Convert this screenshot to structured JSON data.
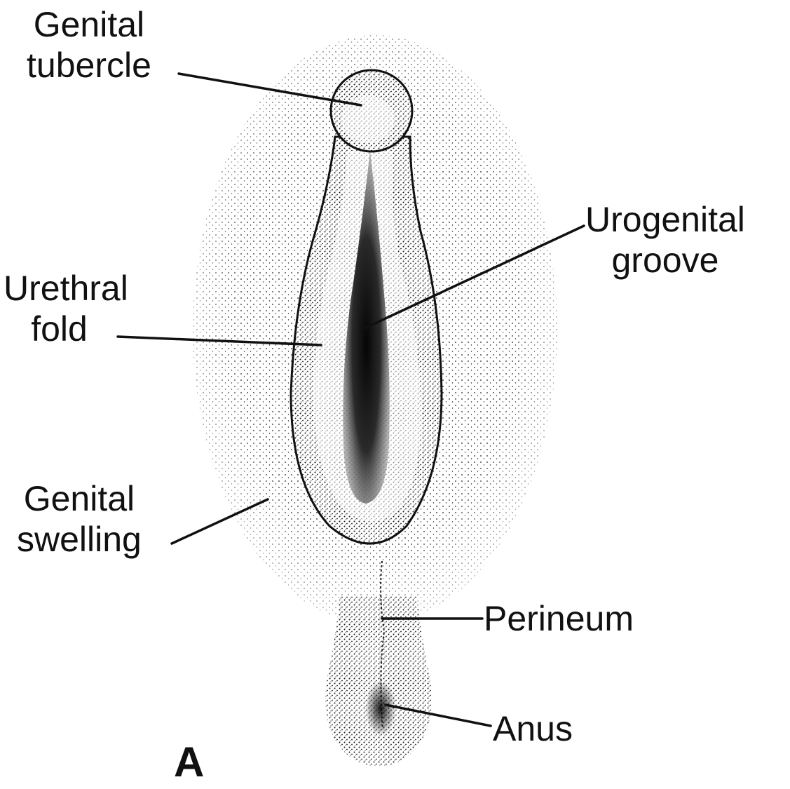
{
  "labels": {
    "genital_tubercle": [
      "Genital",
      "tubercle"
    ],
    "urogenital_groove": [
      "Urogenital",
      "groove"
    ],
    "urethral_fold": [
      "Urethral",
      "fold"
    ],
    "genital_swelling": [
      "Genital",
      "swelling"
    ],
    "perineum": "Perineum",
    "anus": "Anus"
  },
  "panel_letter": "A",
  "colors": {
    "ink": "#111111",
    "background": "#ffffff"
  }
}
